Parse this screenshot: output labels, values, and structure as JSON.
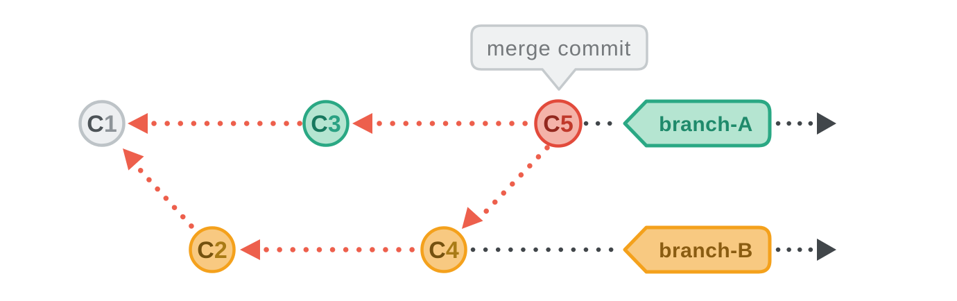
{
  "callout": {
    "text": "merge commit"
  },
  "commits": [
    {
      "label": "C1",
      "letter": "C",
      "digit": "1"
    },
    {
      "label": "C2",
      "letter": "C",
      "digit": "2"
    },
    {
      "label": "C3",
      "letter": "C",
      "digit": "3"
    },
    {
      "label": "C4",
      "letter": "C",
      "digit": "4"
    },
    {
      "label": "C5",
      "letter": "C",
      "digit": "5"
    }
  ],
  "branches": [
    {
      "label": "branch-A"
    },
    {
      "label": "branch-B"
    }
  ],
  "colors": {
    "background": "#ffffff",
    "red": "#ed5f4c",
    "dark": "#41464a",
    "gray_border": "#bdc3c7",
    "gray_fill": "#edeff1",
    "gray_letter": "#4d5357",
    "gray_digit": "#8d9398",
    "teal_border": "#2aa884",
    "teal_fill": "#b5e5d1",
    "teal_letter": "#17785e",
    "teal_digit": "#2aa183",
    "teal_label_text": "#1f8a6b",
    "orange_border": "#f4a11c",
    "orange_fill": "#f8c981",
    "orange_letter": "#74510f",
    "orange_digit": "#a97b16",
    "orange_label_text": "#8a5c11",
    "commit_red_border": "#e24a3b",
    "commit_red_fill": "#f4b3a9",
    "commit_red_letter": "#93281e",
    "commit_red_digit": "#c0392b",
    "callout_fill": "#eff1f2",
    "callout_border": "#c5cacd",
    "callout_text": "#75797c"
  }
}
